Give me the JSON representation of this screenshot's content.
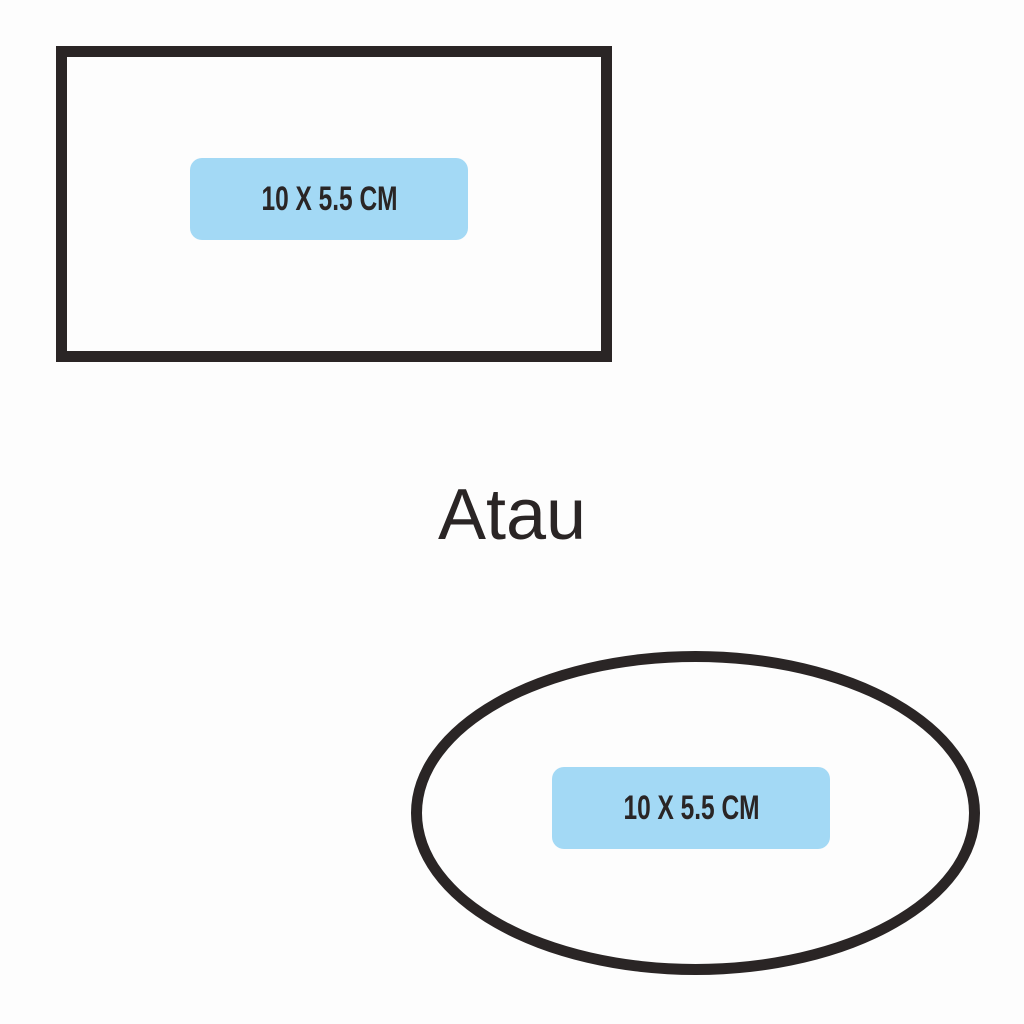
{
  "rectangle_option": {
    "size_label": "10 X 5.5 CM"
  },
  "separator": {
    "text": "Atau"
  },
  "ellipse_option": {
    "size_label": "10 X 5.5 CM"
  },
  "colors": {
    "outline": "#2a2525",
    "label_background": "#a3d9f5",
    "background": "#fdfdfd",
    "text": "#2a2525"
  }
}
